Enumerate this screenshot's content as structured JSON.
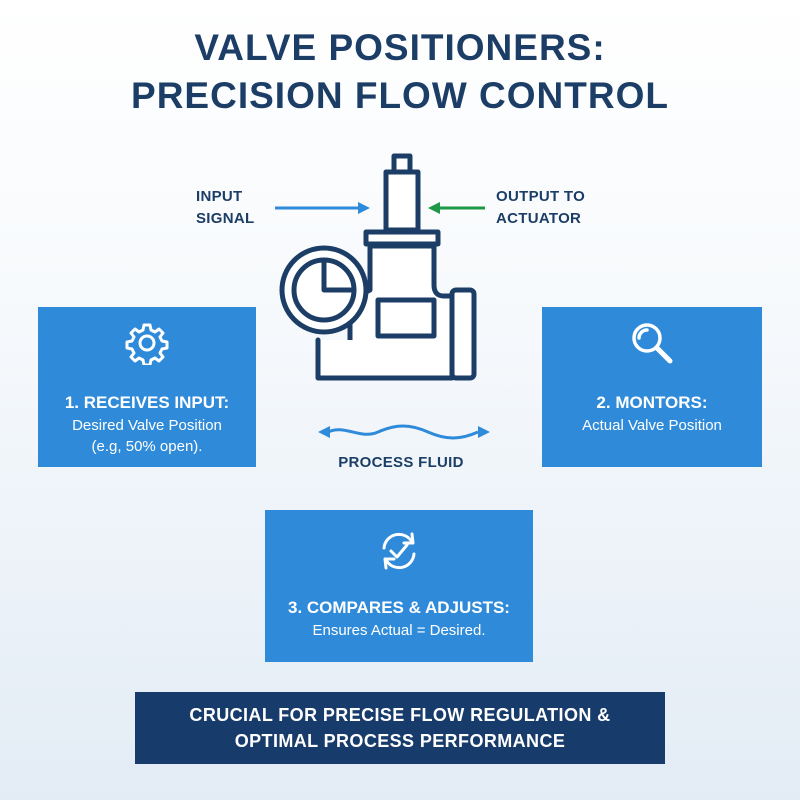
{
  "title": {
    "line1": "VALVE POSITIONERS:",
    "line2": "PRECISION FLOW CONTROL"
  },
  "labels": {
    "input_signal_line1": "INPUT",
    "input_signal_line2": "SIGNAL",
    "output_line1": "OUTPUT TO",
    "output_line2": "ACTUATOR",
    "process_fluid": "PROCESS FLUID"
  },
  "steps": [
    {
      "icon": "gear-icon",
      "heading": "1. RECEIVES INPUT:",
      "lines": [
        "Desired Valve Position",
        "(e.g, 50% open)."
      ]
    },
    {
      "icon": "magnifier-icon",
      "heading": "2. MONTORS:",
      "lines": [
        "Actual Valve Position"
      ]
    },
    {
      "icon": "refresh-check-icon",
      "heading": "3. COMPARES & ADJUSTS:",
      "lines": [
        "Ensures Actual = Desired."
      ]
    }
  ],
  "banner": {
    "line1": "CRUCIAL FOR PRECISE FLOW REGULATION &",
    "line2": "OPTIMAL PROCESS PERFORMANCE"
  },
  "colors": {
    "navy": "#1c3e66",
    "box_blue": "#2f8bd9",
    "banner_navy": "#173b6b",
    "input_arrow": "#2f8bd9",
    "output_arrow": "#1e9a46"
  }
}
